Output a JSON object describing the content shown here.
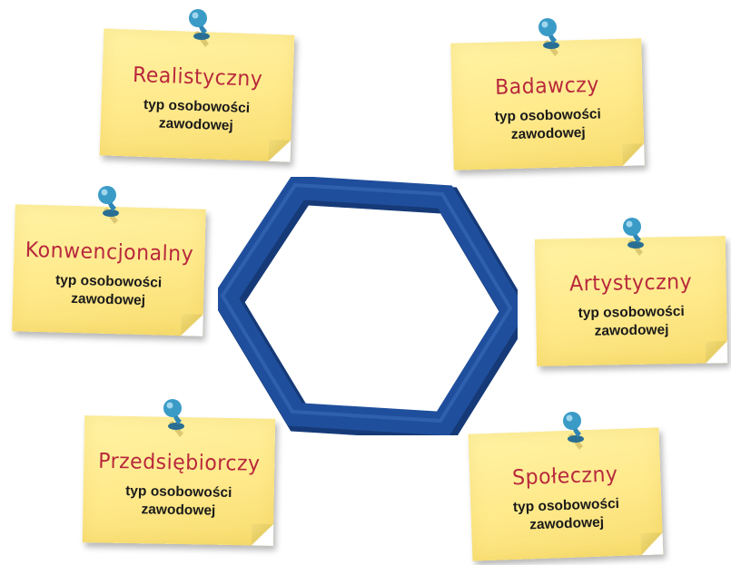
{
  "diagram": {
    "notes": [
      {
        "id": "realistyczny",
        "title": "Realistyczny",
        "subtitle": "typ osobowości zawodowej"
      },
      {
        "id": "badawczy",
        "title": "Badawczy",
        "subtitle": "typ osobowości zawodowej"
      },
      {
        "id": "konwencjonalny",
        "title": "Konwencjonalny",
        "subtitle": "typ osobowości zawodowej"
      },
      {
        "id": "artystyczny",
        "title": "Artystyczny",
        "subtitle": "typ osobowości zawodowej"
      },
      {
        "id": "przedsiebiorczy",
        "title": "Przedsiębiorczy",
        "subtitle": "typ osobowości zawodowej"
      },
      {
        "id": "spoleczny",
        "title": "Społeczny",
        "subtitle": "typ osobowości zawodowej"
      }
    ],
    "colors": {
      "note_title": "#b8283c",
      "hexagon": "#1f4f9c",
      "pin": "#3a9bc7",
      "note_paper": "#ffec8f"
    },
    "icons": {
      "pin": "push-pin-icon",
      "shape": "hexagon-frame"
    }
  }
}
